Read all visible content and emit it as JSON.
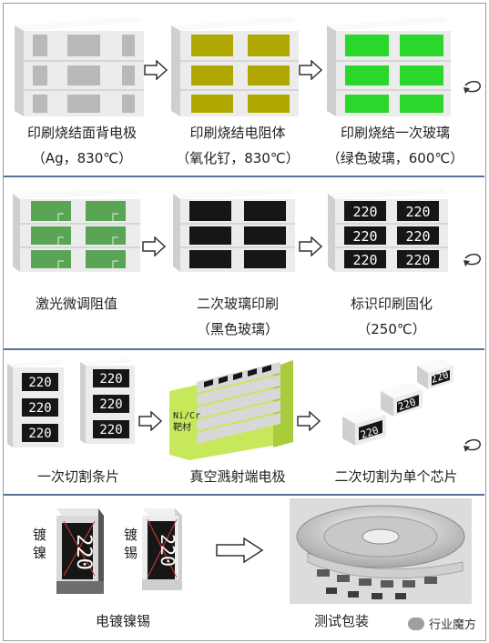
{
  "steps": [
    {
      "line1": "印刷烧结面背电极",
      "line2": "（Ag，830℃）"
    },
    {
      "line1": "印刷烧结电阻体",
      "line2": "（氧化钌，830℃）"
    },
    {
      "line1": "印刷烧结一次玻璃",
      "line2": "（绿色玻璃，600℃）"
    },
    {
      "line1": "激光微调阻值",
      "line2": ""
    },
    {
      "line1": "二次玻璃印刷",
      "line2": "（黑色玻璃）"
    },
    {
      "line1": "标识印刷固化",
      "line2": "（250℃）"
    },
    {
      "line1": "一次切割条片",
      "line2": ""
    },
    {
      "line1": "真空溅射端电极",
      "line2": ""
    },
    {
      "line1": "二次切割为单个芯片",
      "line2": ""
    },
    {
      "line1": "电镀镍锡",
      "line2": ""
    },
    {
      "line1": "测试包装",
      "line2": ""
    }
  ],
  "marking": "220",
  "target_label": "Ni/Cr\n靶材",
  "plating_labels": {
    "left": "镀\n镍",
    "right": "镀\n锡"
  },
  "watermark": "行业魔方",
  "colors": {
    "substrate": "#ececec",
    "electrode": "#b9b9b9",
    "resistor": "#b0a800",
    "green_glass": "#2bd72b",
    "trimmed_glass": "#5aa455",
    "black_glass": "#161616",
    "target": "#c6e85a",
    "separator": "#5b6f9a"
  }
}
